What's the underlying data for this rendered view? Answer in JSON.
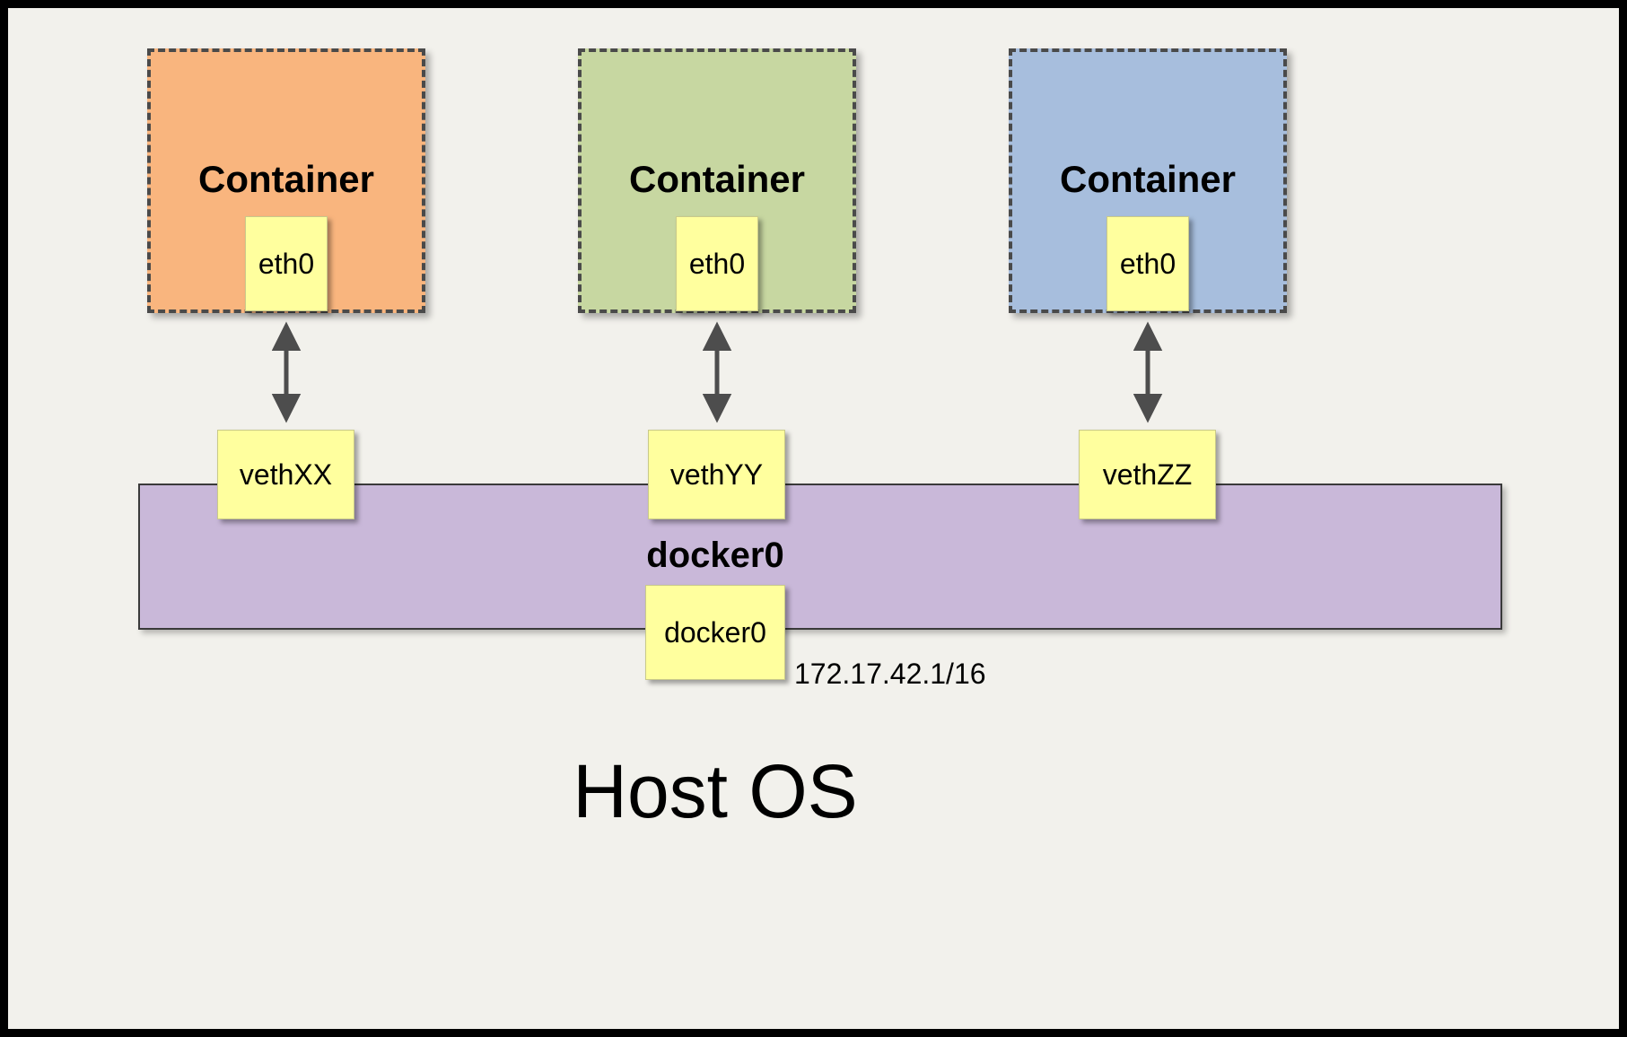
{
  "diagram": {
    "host_label": "Host OS",
    "containers": [
      {
        "label": "Container",
        "interface": "eth0",
        "veth": "vethXX",
        "fill": "#f9b57e"
      },
      {
        "label": "Container",
        "interface": "eth0",
        "veth": "vethYY",
        "fill": "#c7d7a1"
      },
      {
        "label": "Container",
        "interface": "eth0",
        "veth": "vethZZ",
        "fill": "#a7bedd"
      }
    ],
    "bridge": {
      "label": "docker0",
      "interface": "docker0",
      "ip": "172.17.42.1/16",
      "fill": "#c9b8d9"
    },
    "colors": {
      "background": "#f2f1ec",
      "note_yellow": "#ffff9e",
      "dashed_border": "#4a4a4a",
      "frame": "#000000",
      "arrow": "#4d4d4d"
    }
  }
}
